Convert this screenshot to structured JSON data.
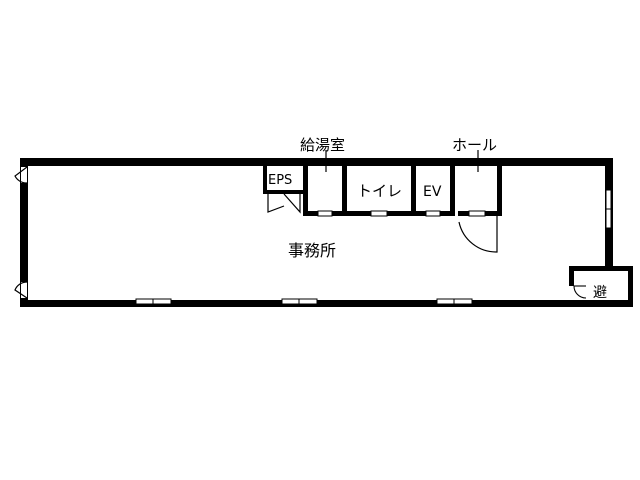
{
  "floorplan": {
    "rooms": {
      "office": "事務所",
      "kitchenette": "給湯室",
      "toilet": "トイレ",
      "elevator": "EV",
      "eps": "EPS",
      "hall": "ホール",
      "evacuation": "避"
    },
    "colors": {
      "wall": "#000000",
      "background": "#ffffff",
      "window": "#ffffff"
    }
  }
}
